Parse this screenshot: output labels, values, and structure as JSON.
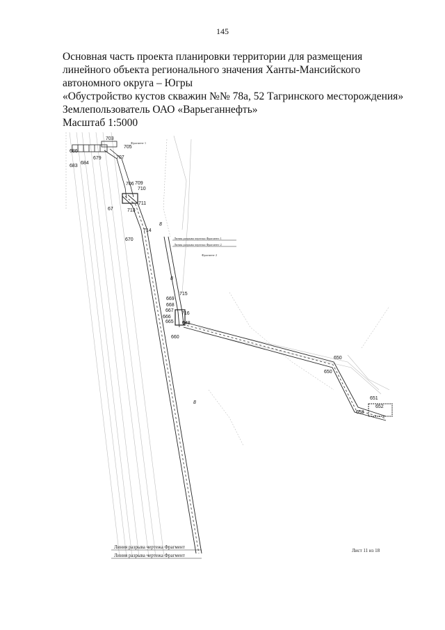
{
  "page_number": "145",
  "header": {
    "line1": "Основная часть проекта планировки территории для размещения",
    "line2": "линейного объекта регионального значения Ханты-Мансийского",
    "line3": "автономного округа – Югры",
    "line4": "«Обустройство кустов скважин №№ 78а, 52 Тагринского месторождения»",
    "line5": "Землепользователь ОАО «Варьеганнефть»",
    "line6": "Масштаб 1:5000"
  },
  "map": {
    "fragment1_label": "Фрагмент 1",
    "fragment2_label": "Фрагмент 2",
    "break_line_1": "Линия разрыва чертежа Фрагмент 1",
    "break_line_2": "Линия разрыва чертежа Фрагмент 2",
    "bottom_break_1": "Линия разрыва чертежа Фрагмент",
    "bottom_break_2": "Линия разрыва чертежа Фрагмент",
    "sheet_label": "Лист 11 из 18",
    "points": [
      "703",
      "705",
      "707",
      "686",
      "679",
      "684",
      "683",
      "706",
      "709",
      "710",
      "711",
      "67",
      "713",
      "714",
      "670",
      "715",
      "669",
      "668",
      "667",
      "666",
      "665",
      "716",
      "648",
      "660",
      "650",
      "650",
      "651",
      "652",
      "658",
      "8",
      "8",
      "8"
    ]
  }
}
